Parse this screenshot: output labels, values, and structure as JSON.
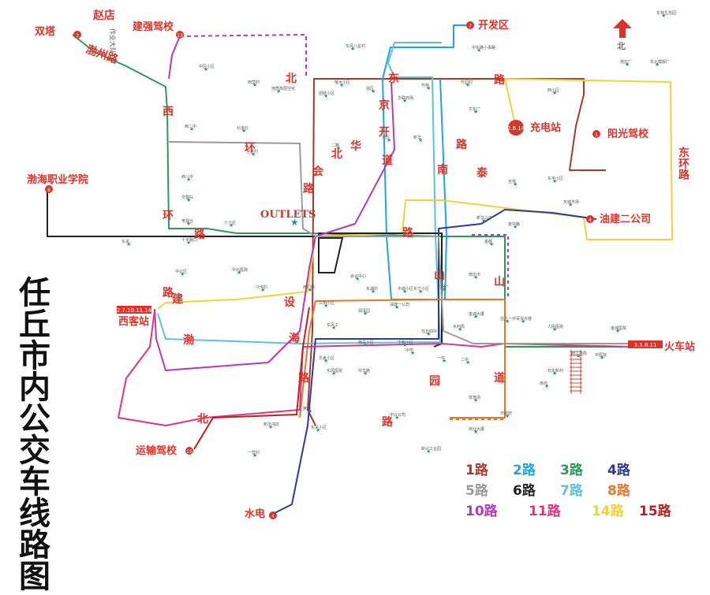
{
  "title": "任丘市内公交车线路图",
  "north_label": "北",
  "outlets_label": "OUTLETS",
  "colors": {
    "r1": "#a63a2e",
    "r2": "#1fa6d8",
    "r3": "#2b9a56",
    "r4": "#2f3a96",
    "r5": "#9a9a9a",
    "r6": "#222222",
    "r7": "#5cc3d6",
    "r8": "#e4782a",
    "r10": "#b23ab5",
    "r11": "#e0357e",
    "r14": "#f1d23b",
    "r15": "#b7211f",
    "label": "#d9342b",
    "terminal": "#d9342b"
  },
  "legend": [
    {
      "text": "1路",
      "color": "#a63a2e"
    },
    {
      "text": "2路",
      "color": "#1fa6d8"
    },
    {
      "text": "3路",
      "color": "#2b9a56"
    },
    {
      "text": "4路",
      "color": "#2f3a96"
    },
    {
      "text": "5路",
      "color": "#9a9a9a"
    },
    {
      "text": "6路",
      "color": "#222222"
    },
    {
      "text": "7路",
      "color": "#5cc3d6"
    },
    {
      "text": "8路",
      "color": "#e4782a"
    },
    {
      "text": "10路",
      "color": "#b23ab5"
    },
    {
      "text": "11路",
      "color": "#e0357e"
    },
    {
      "text": "14路",
      "color": "#f1d23b"
    },
    {
      "text": "15路",
      "color": "#b7211f"
    }
  ],
  "terminals": [
    {
      "text": "双塔",
      "num": "3"
    },
    {
      "text": "建强驾校",
      "num": "13"
    },
    {
      "text": "开发区",
      "num": "7"
    },
    {
      "text": "充电站",
      "num": "2.6.14"
    },
    {
      "text": "阳光驾校",
      "num": "1"
    },
    {
      "text": "渤海职业学院",
      "num": "6"
    },
    {
      "text": "油建二公司",
      "num": "4"
    },
    {
      "text": "西客站",
      "num": "2.7.10.11.14"
    },
    {
      "text": "火车站",
      "num": "3.5.8.11"
    },
    {
      "text": "运输驾校",
      "num": "15"
    },
    {
      "text": "水电",
      "num": "4"
    }
  ],
  "road_labels": {
    "zhaodian": "赵店",
    "zuowudadui": "作业大队",
    "bozhoulu": "渤州路",
    "bei1": "北",
    "huan1": "环",
    "lu1": "路",
    "xi1": "西",
    "huan2": "环",
    "lu2": "路",
    "hua1": "华",
    "bei2": "北",
    "hui": "会",
    "dong1": "东",
    "jing": "京",
    "kai": "开",
    "dao1": "道",
    "lu3": "路",
    "lu4": "路",
    "tai": "泰",
    "nan": "南",
    "shan1": "山",
    "shan2": "山",
    "dao2": "道",
    "dong_huan_lu": "东环路",
    "jian": "建",
    "she": "设",
    "lu5": "路",
    "ban": "渤",
    "hai": "海",
    "lu6": "路",
    "lu7": "路",
    "yuan": "园",
    "bei3": "北",
    "lu8": "路"
  },
  "places": [
    "东风八星村",
    "中东路小事路",
    "拖拉厂",
    "东北模版厂",
    "东林生态园",
    "檀木小区",
    "西营村",
    "地质高层住宅",
    "团结小区",
    "强区",
    "华联商场",
    "竹园村",
    "竹林",
    "华东厂",
    "西小区",
    "西二中",
    "北道北",
    "中区小区",
    "全胜村",
    "二路",
    "河北",
    "新华",
    "吉林",
    "东丰小区",
    "西八中",
    "交警队",
    "电视台",
    "十字路口",
    "小十庄",
    "东关",
    "中公区",
    "中北医院",
    "冷沟村",
    "西门桥",
    "会议中心",
    "东湖村",
    "中城小区",
    "三田小区",
    "东风工",
    "润泽园",
    "油建一公司",
    "东宁小区",
    "乐器厂",
    "南乐市",
    "金都",
    "新华三中",
    "金中路",
    "天城市场",
    "人民医院",
    "百货大楼",
    "金城大厦",
    "水利局",
    "任丘四中",
    "千和小区",
    "南关小区",
    "华夏小区",
    "东风医院",
    "中华路",
    "中学",
    "一中",
    "二中",
    "任丘一中",
    "南坊",
    "石化新村",
    "西工商局",
    "中医院",
    "金城医院",
    "体育场",
    "市政府",
    "商业大厦",
    "新兴工业园",
    "中兴公司",
    "冀中",
    "东关小区",
    "新华书店",
    "一营村"
  ]
}
